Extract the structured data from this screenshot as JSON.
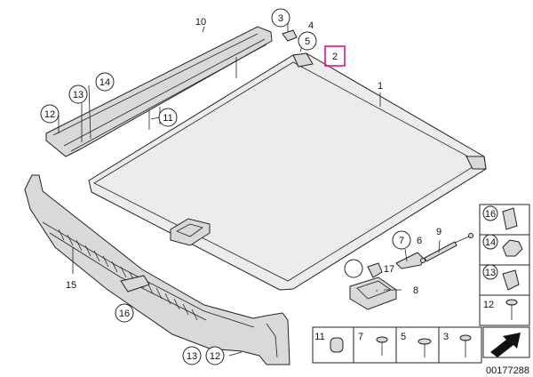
{
  "diagram": {
    "callouts": {
      "c1": "1",
      "c2": "2",
      "c3": "3",
      "c4": "4",
      "c5": "5",
      "c6": "6",
      "c7": "7",
      "c8": "8",
      "c9": "9",
      "c10": "10",
      "c11": "11",
      "c12a": "12",
      "c12b": "12",
      "c13a": "13",
      "c13b": "13",
      "c14": "14",
      "c15": "15",
      "c16": "16",
      "c17": "17"
    },
    "legend_right": {
      "r16": "16",
      "r14": "14",
      "r13": "13",
      "r12": "12"
    },
    "legend_bottom": {
      "b11": "11",
      "b7": "7",
      "b5": "5",
      "b3": "3"
    },
    "doc_number": "00177288",
    "highlight_color": "#e0157a"
  }
}
